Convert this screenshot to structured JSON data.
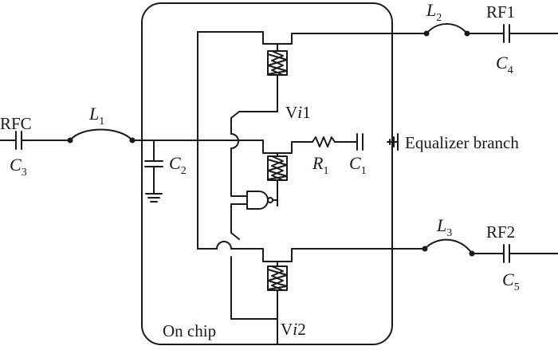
{
  "labels": {
    "rfc": "RFC",
    "rf1": "RF1",
    "rf2": "RF2",
    "vi1_v": "V",
    "vi1_i": "i",
    "vi1_n": "1",
    "vi2_v": "V",
    "vi2_i": "i",
    "vi2_n": "2",
    "on_chip": "On chip",
    "equalizer": "Equalizer branch"
  },
  "components": {
    "L1": {
      "letter": "L",
      "sub": "1"
    },
    "L2": {
      "letter": "L",
      "sub": "2"
    },
    "L3": {
      "letter": "L",
      "sub": "3"
    },
    "C1": {
      "letter": "C",
      "sub": "1"
    },
    "C2": {
      "letter": "C",
      "sub": "2"
    },
    "C3": {
      "letter": "C",
      "sub": "3"
    },
    "C4": {
      "letter": "C",
      "sub": "4"
    },
    "C5": {
      "letter": "C",
      "sub": "5"
    },
    "R1": {
      "letter": "R",
      "sub": "1"
    }
  },
  "colors": {
    "ink": "#1a1a1a",
    "background": "#ffffff"
  }
}
